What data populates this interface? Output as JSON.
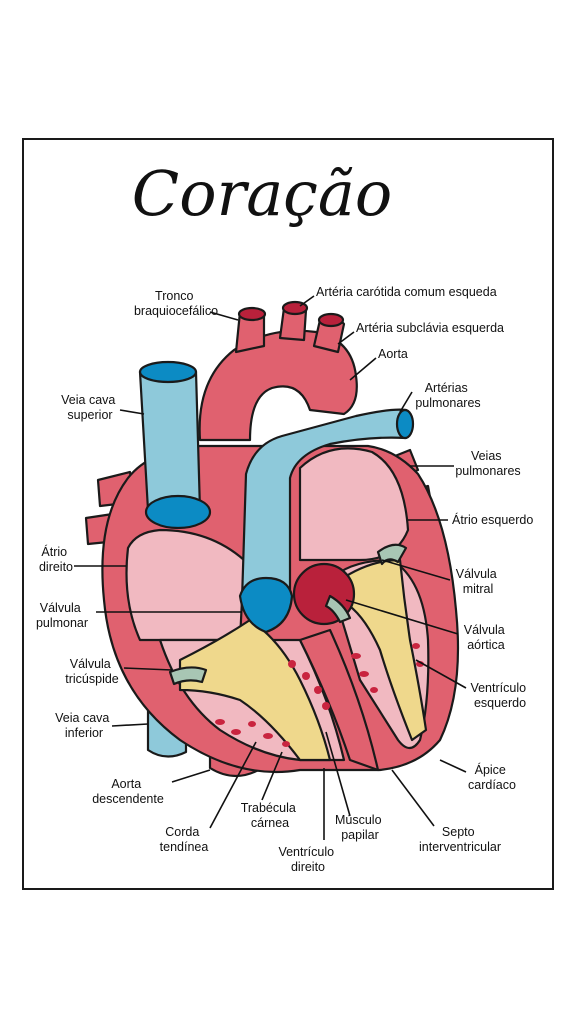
{
  "title": "Coração",
  "colors": {
    "muscle": "#e0616f",
    "muscle_light": "#f1b9c1",
    "vein": "#8ec9da",
    "vein_dark": "#0c8bc4",
    "valve": "#a8c6b4",
    "papillary": "#efd88c",
    "wall_dark": "#b9213b",
    "trabecula": "#c9243f",
    "outline": "#1a1a1a"
  },
  "labels": {
    "tronco": [
      "Tronco",
      "braquiocefálico"
    ],
    "carotida": [
      "Artéria carótida comum esqueda"
    ],
    "subclavia": [
      "Artéria subclávia esquerda"
    ],
    "aorta": [
      "Aorta"
    ],
    "arterias_pulmonares": [
      "Artérias",
      "pulmonares"
    ],
    "veia_cava_superior": [
      "Veia cava",
      "superior"
    ],
    "veias_pulmonares": [
      "Veias",
      "pulmonares"
    ],
    "atrio_esquerdo": [
      "Átrio esquerdo"
    ],
    "atrio_direito": [
      "Átrio",
      "direito"
    ],
    "valvula_mitral": [
      "Válvula",
      "mitral"
    ],
    "valvula_pulmonar": [
      "Válvula",
      "pulmonar"
    ],
    "valvula_aortica": [
      "Válvula",
      "aórtica"
    ],
    "valvula_tricuspide": [
      "Válvula",
      "tricúspide"
    ],
    "ventriculo_esquerdo": [
      "Ventrículo",
      "esquerdo"
    ],
    "veia_cava_inferior": [
      "Veia cava",
      "inferior"
    ],
    "apice": [
      "Ápice",
      "cardíaco"
    ],
    "aorta_descendente": [
      "Aorta",
      "descendente"
    ],
    "trabecula": [
      "Trabécula",
      "cárnea"
    ],
    "musculo_papilar": [
      "Músculo",
      "papilar"
    ],
    "septo": [
      "Septo",
      "interventricular"
    ],
    "corda": [
      "Corda",
      "tendínea"
    ],
    "ventriculo_direito": [
      "Ventrículo",
      "direito"
    ]
  }
}
